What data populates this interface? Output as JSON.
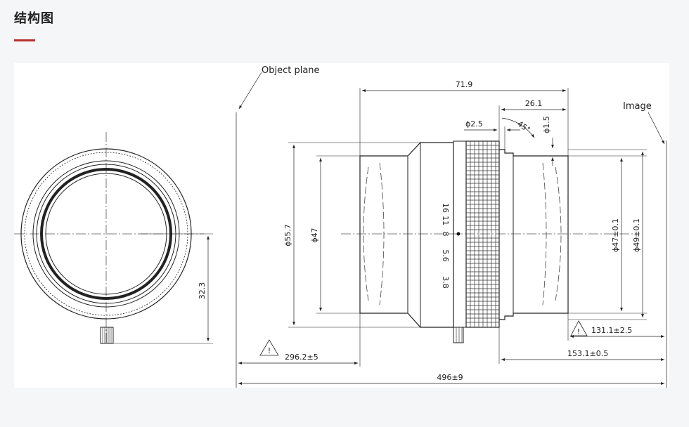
{
  "header": {
    "title": "结构图",
    "accent_color": "#b7312c"
  },
  "drawing": {
    "labels": {
      "object_plane": "Object plane",
      "image": "Image"
    },
    "dimensions": {
      "overall_length": "71.9",
      "rear_length": "26.1",
      "pin_dia": "ϕ2.5",
      "chamfer_angle": "45°",
      "step_dia": "ϕ1.5",
      "body_dia": "ϕ55.7",
      "front_dia": "ϕ47",
      "rear_dia_a": "ϕ47±0.1",
      "rear_dia_b": "ϕ49±0.1",
      "pin_height": "32.3",
      "object_distance": "296.2±5",
      "back_focus_a": "131.1±2.5",
      "back_focus_b": "153.1±0.5",
      "total_track": "496±9"
    },
    "aperture_scale": [
      "16",
      "11",
      "8",
      "5.6",
      "3.8"
    ],
    "warning_symbol": "!"
  }
}
